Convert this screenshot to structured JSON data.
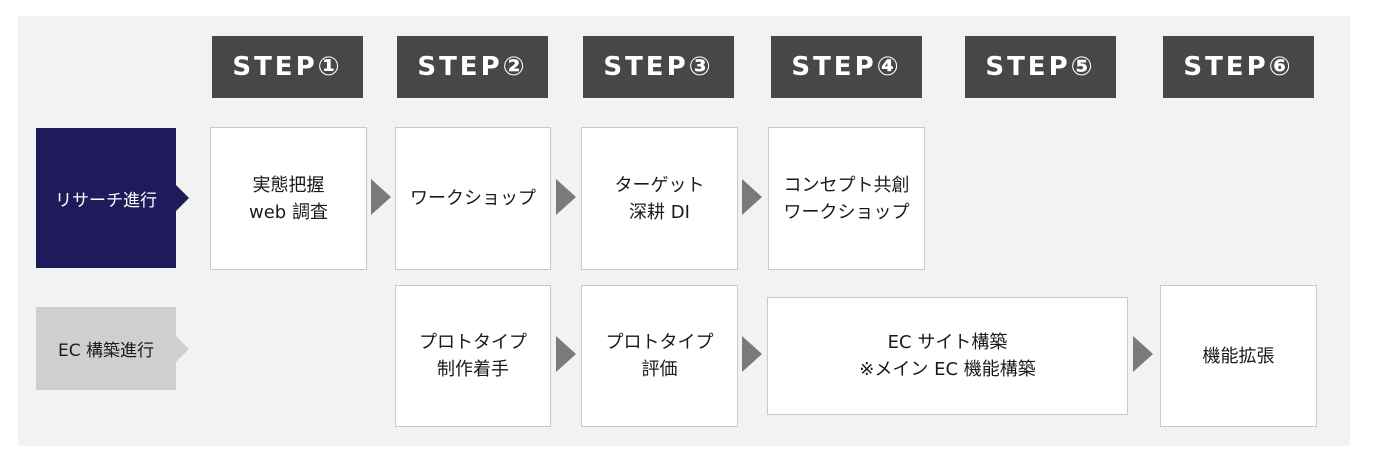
{
  "steps": [
    "STEP①",
    "STEP②",
    "STEP③",
    "STEP④",
    "STEP⑤",
    "STEP⑥"
  ],
  "lanes": {
    "research": "リサーチ進行",
    "ec": "EC 構築進行"
  },
  "research_tasks": [
    {
      "line1": "実態把握",
      "line2": "web 調査"
    },
    {
      "line1": "ワークショップ",
      "line2": ""
    },
    {
      "line1": "ターゲット",
      "line2": "深耕 DI"
    },
    {
      "line1": "コンセプト共創",
      "line2": "ワークショップ"
    }
  ],
  "ec_tasks": [
    {
      "line1": "プロトタイプ",
      "line2": "制作着手"
    },
    {
      "line1": "プロトタイプ",
      "line2": "評価"
    },
    {
      "line1": "EC サイト構築",
      "line2": "※メイン EC 機能構築"
    },
    {
      "line1": "機能拡張",
      "line2": ""
    }
  ],
  "colors": {
    "step_header": "#474747",
    "research_lane": "#1f1b5a",
    "ec_lane": "#cfcfcf",
    "arrow": "#7a7a7a",
    "background": "#f2f2f2"
  }
}
